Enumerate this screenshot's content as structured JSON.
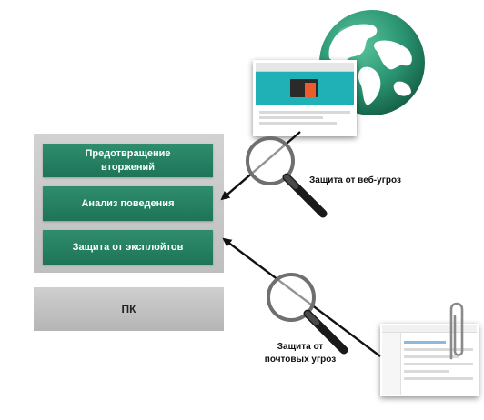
{
  "layers": [
    {
      "label": "Предотвращение вторжений"
    },
    {
      "label": "Анализ поведения"
    },
    {
      "label": "Защита от эксплойтов"
    }
  ],
  "pc": {
    "label": "ПК"
  },
  "web_threats": {
    "label": "Защита от веб-угроз"
  },
  "mail_threats": {
    "label": "Защита от почтовых угроз"
  },
  "colors": {
    "layer_green": "#24805f",
    "stack_gray": "#c8c8c8",
    "globe_ocean": "#2e9b78",
    "globe_land": "#ffffff"
  },
  "icons": [
    "globe-icon",
    "magnifier-icon",
    "paperclip-icon",
    "arrow-icon"
  ]
}
